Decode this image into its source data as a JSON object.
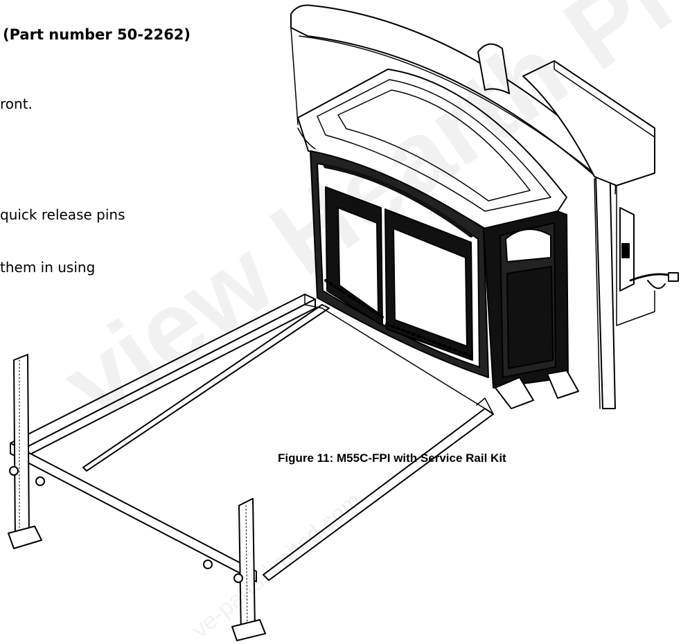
{
  "heading": "(Part number 50-2262)",
  "body_lines": [
    "ront.",
    "quick release pins",
    "them in using"
  ],
  "figure_caption": "Figure 11: M55C-FPI with Service Rail Kit",
  "watermark": {
    "large": "view Hearth Pro",
    "small": "ve-parts-limited.com"
  }
}
